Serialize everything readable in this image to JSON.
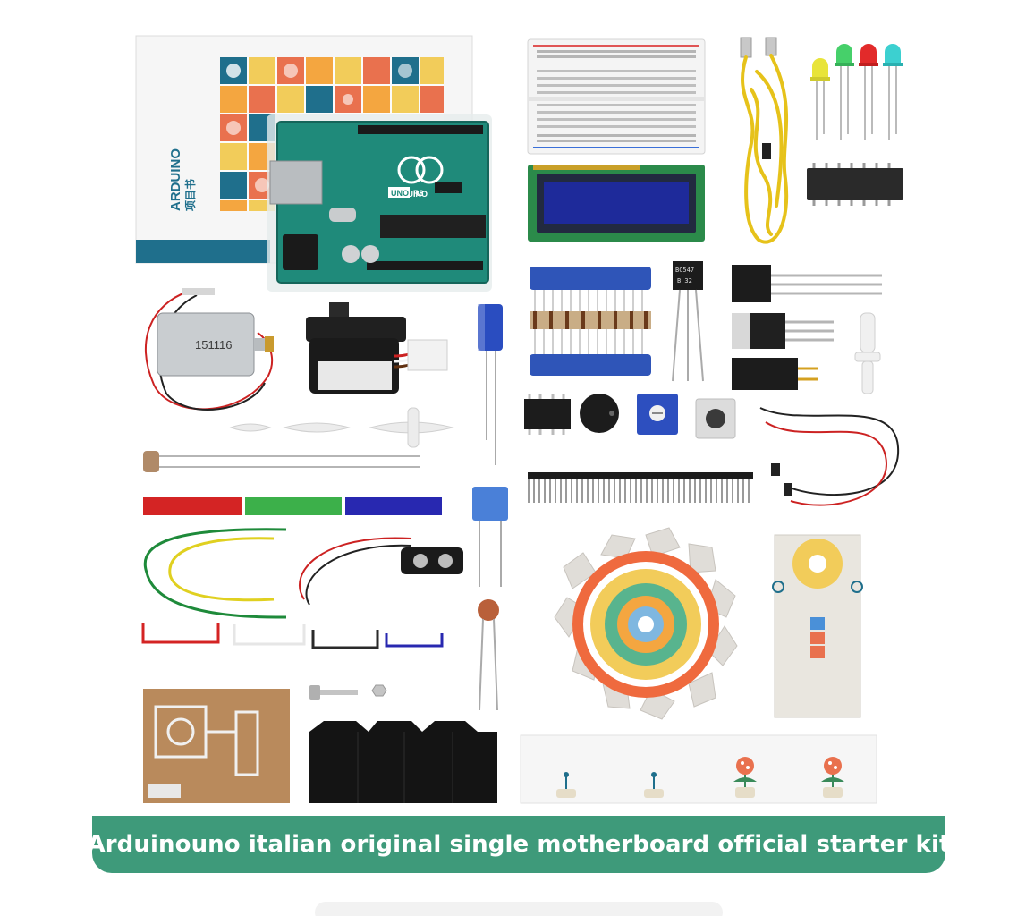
{
  "caption": {
    "text": "Arduinouno italian original single motherboard official starter kit"
  },
  "book": {
    "brand": "ARDUINO",
    "subtitle": "项目书"
  },
  "board": {
    "logo_text": "ARDUINO",
    "model": "UNO",
    "rev": "R3"
  },
  "motor": {
    "marking": "151116"
  },
  "transistor": {
    "marking_line1": "BC547",
    "marking_line2": "B 32"
  },
  "colors": {
    "banner": "#3e9a7a",
    "board": "#1f8a7a",
    "lcd": "#1e2a9a",
    "tape_red": "#d42424",
    "tape_green": "#3cb04a",
    "tape_blue": "#2828b0",
    "wire_yellow": "#e6c21a"
  },
  "icons": [
    "led-red-icon",
    "led-green-icon",
    "led-yellow-icon",
    "led-cyan-icon"
  ]
}
